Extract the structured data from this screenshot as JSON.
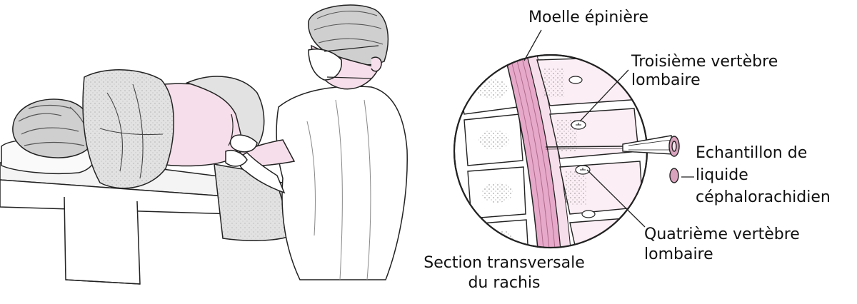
{
  "labels": {
    "moelle": "Moelle épinière",
    "troisieme": [
      "Troisième vertèbre",
      "lombaire"
    ],
    "echantillon": [
      "Echantillon de",
      "liquide",
      "céphalorachidien"
    ],
    "quatrieme": [
      "Quatrième vertèbre",
      "lombaire"
    ],
    "section": [
      "Section transversale",
      "du rachis"
    ]
  },
  "colors": {
    "spinal_cord": "#e7a9c9",
    "skin": "#f6dfea",
    "sheet": "#e2e2e2",
    "outline": "#222222",
    "csf_tube": "#d9a3bd"
  }
}
